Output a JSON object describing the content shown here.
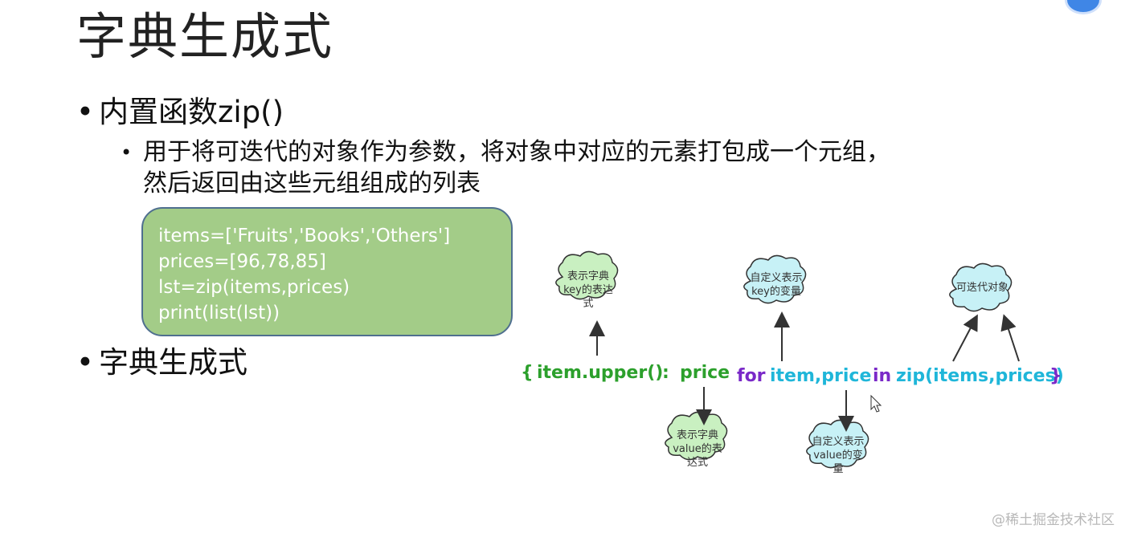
{
  "slide": {
    "title": "字典生成式",
    "bullet_zip": "内置函数zip()",
    "zip_desc_line1": "用于将可迭代的对象作为参数，将对象中对应的元素打包成一个元组，",
    "zip_desc_line2": "然后返回由这些元组组成的列表",
    "bullet_dict": "字典生成式",
    "code_lines": [
      "items=['Fruits','Books','Others']",
      "prices=[96,78,85]",
      "lst=zip(items,prices)",
      "print(list(lst))"
    ],
    "bullet_symbol": "•"
  },
  "diagram": {
    "expr_brace_open": "{",
    "expr_key": "item.upper()",
    "expr_colon": ":",
    "expr_value": "price",
    "expr_for": "for",
    "expr_vars": "item,price",
    "expr_in": "in",
    "expr_iter": "zip(items,prices)",
    "expr_brace_close": "}",
    "callouts": {
      "key_expr": "表示字典key的表达式",
      "loop_key_var": "自定义表示key的变量",
      "iterable": "可迭代对象",
      "value_expr": "表示字典value的表达式",
      "loop_value_var": "自定义表示value的变量"
    },
    "colors": {
      "green": "#2ca02c",
      "purple": "#7a29c8",
      "cyan": "#1fb6d9",
      "cloud_green": "#c9f0c1",
      "cloud_blue": "#c7f1f6"
    }
  },
  "watermark": "@稀土掘金技术社区"
}
